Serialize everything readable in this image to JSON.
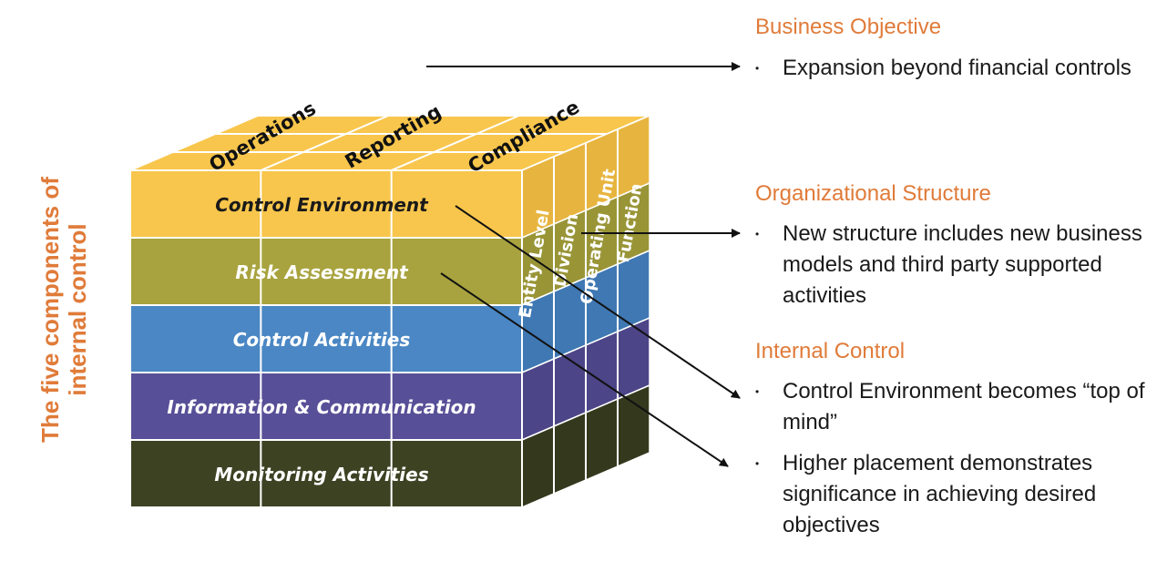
{
  "cube": {
    "top_labels": [
      "Operations",
      "Reporting",
      "Compliance"
    ],
    "layers": [
      {
        "label": "Control Environment",
        "front_color": "#f8c64c",
        "side_color": "#e7b53f",
        "text_color": "#1a1a1a"
      },
      {
        "label": "Risk Assessment",
        "front_color": "#a8a33e",
        "side_color": "#999537",
        "text_color": "#ffffff"
      },
      {
        "label": "Control Activities",
        "front_color": "#4a87c4",
        "side_color": "#3f78b3",
        "text_color": "#ffffff"
      },
      {
        "label": "Information & Communication",
        "front_color": "#574f97",
        "side_color": "#4c4587",
        "text_color": "#ffffff"
      },
      {
        "label": "Monitoring Activities",
        "front_color": "#3d4223",
        "side_color": "#34391e",
        "text_color": "#ffffff"
      }
    ],
    "side_labels": [
      "Entity Level",
      "Division",
      "Operating Unit",
      "Function"
    ],
    "top_color": "#f8c64c"
  },
  "vertical_caption": {
    "line1": "The five components of",
    "line2": "internal control"
  },
  "sections": {
    "business_objective": {
      "heading": "Business Objective",
      "bullets": [
        "Expansion beyond financial controls"
      ]
    },
    "organizational_structure": {
      "heading": "Organizational Structure",
      "bullets": [
        "New structure includes new business models and third party supported activities"
      ]
    },
    "internal_control": {
      "heading": "Internal Control",
      "bullets": [
        "Control Environment becomes “top of mind”",
        "Higher placement demonstrates significance in achieving desired objectives"
      ]
    }
  },
  "colors": {
    "accent": "#e07b39"
  }
}
